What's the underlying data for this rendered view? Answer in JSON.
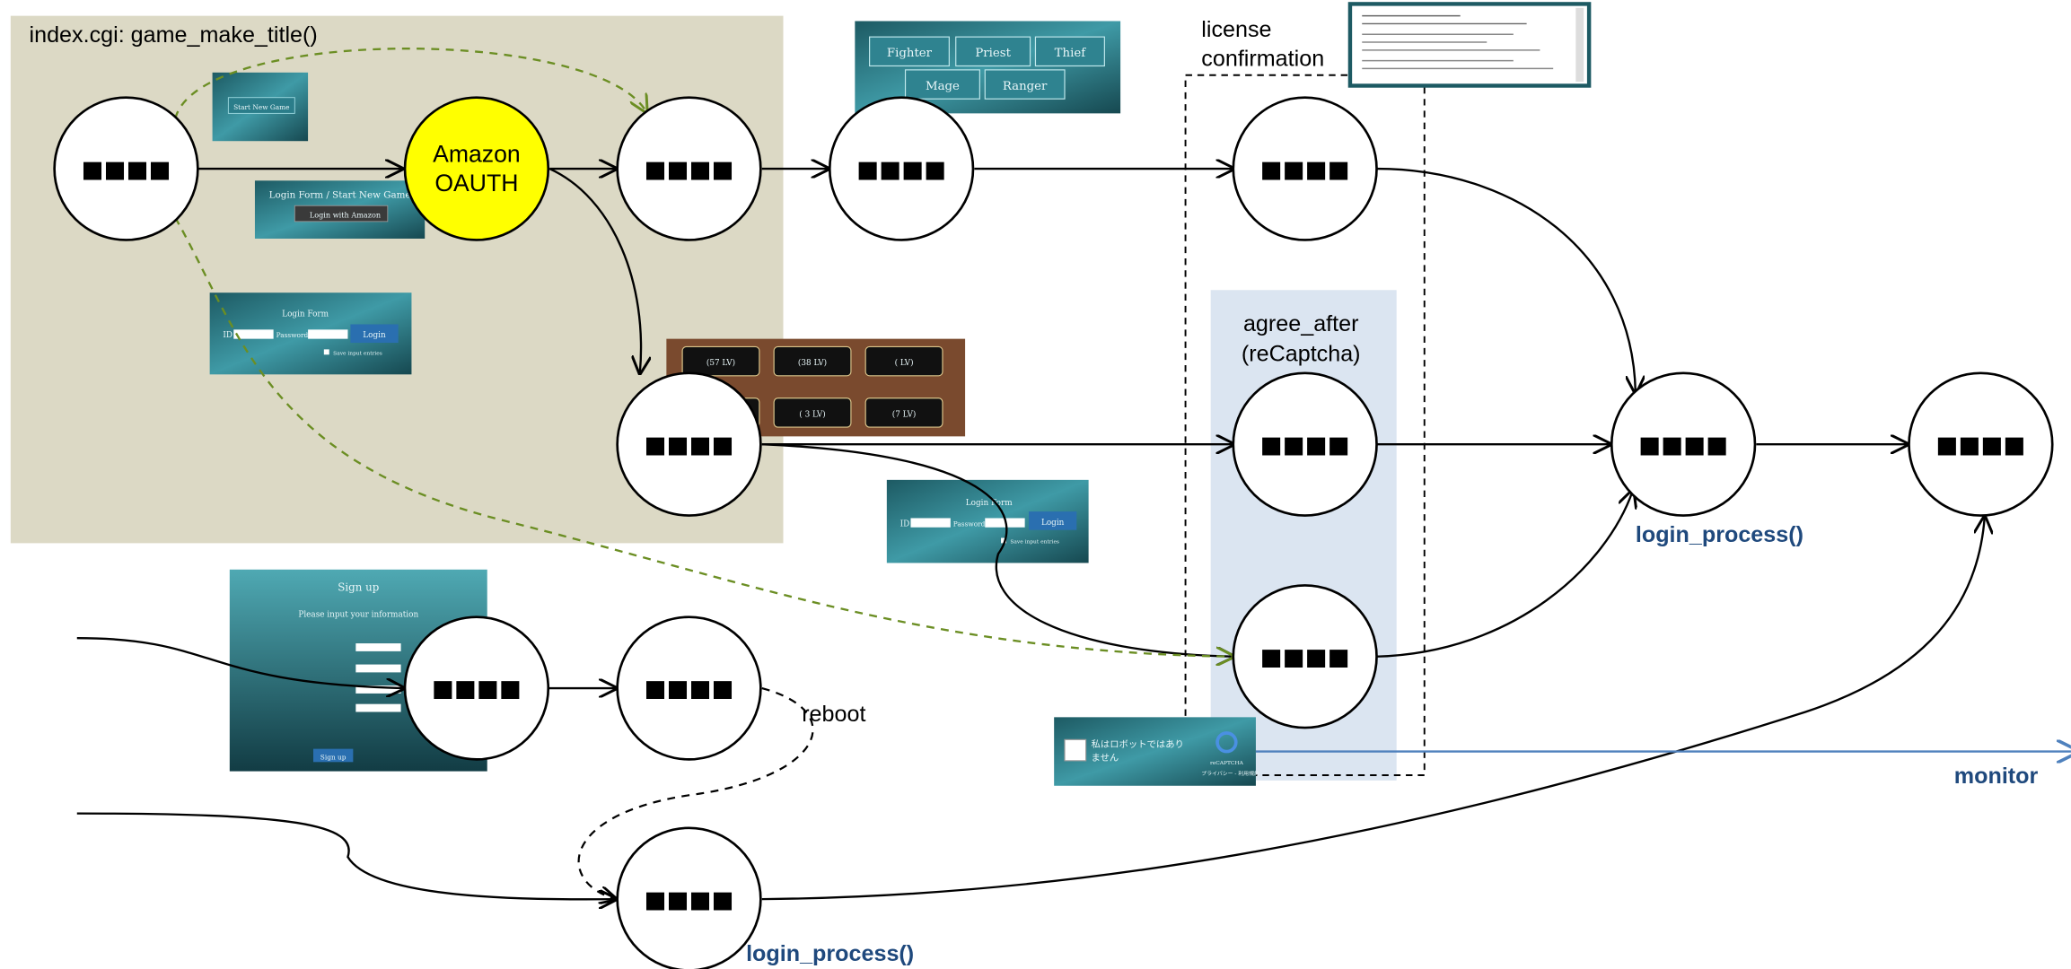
{
  "diagram": {
    "region_title": "index.cgi: game_make_title()",
    "oauth_label_line1": "Amazon",
    "oauth_label_line2": "OAUTH",
    "node_glyphs": "■■■■",
    "license_label_line1": "license",
    "license_label_line2": "confirmation",
    "agree_label_line1": "agree_after",
    "agree_label_line2": "(reCaptcha)",
    "reboot_label": "reboot",
    "login_process_label_right": "login_process()",
    "login_process_label_bottom": "login_process()",
    "monitor_label": "monitor"
  },
  "thumbnails": {
    "start_game_button": "Start New Game",
    "login_form_title": "Login Form / Start New Game",
    "login_amazon_button": "Login with Amazon",
    "class_buttons": [
      "Fighter",
      "Priest",
      "Thief",
      "Mage",
      "Ranger"
    ],
    "char_slots": [
      "(57 LV)",
      "(38 LV)",
      "( LV)",
      "",
      "( 3 LV)",
      "(7 LV)"
    ],
    "login_label": "Login Form",
    "login_id": "ID",
    "login_password": "Password",
    "login_button": "Login",
    "login_checkbox": "Save input entries",
    "signup_title": "Sign up",
    "signup_subtitle": "Please input your information",
    "signup_button": "Sign up",
    "recaptcha_text_line1": "私はロボットではあり",
    "recaptcha_text_line2": "ません",
    "recaptcha_brand": "reCAPTCHA",
    "recaptcha_links": "プライバシー - 利用規約"
  },
  "colors": {
    "region_bg": "#dcd9c5",
    "agree_bg": "#dbe5f1",
    "oauth_fill": "#ffff00",
    "dashed_green": "#6b8e23",
    "blue_text": "#1f497d",
    "monitor_arrow": "#4f81bd"
  }
}
